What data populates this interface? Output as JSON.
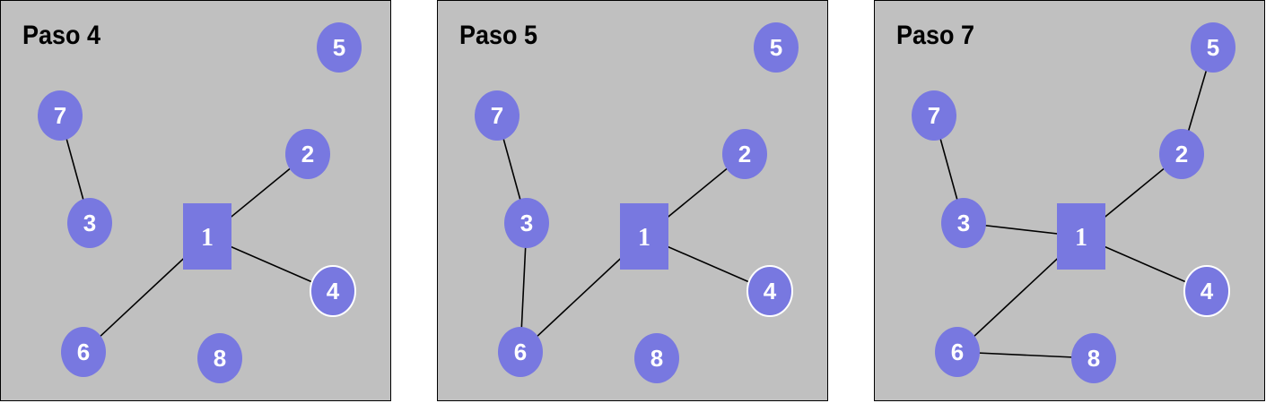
{
  "colors": {
    "panel_bg": "#c0c0c0",
    "node_fill": "#7878e0",
    "node_text": "#ffffff",
    "edge": "#000000",
    "highlight_stroke": "#ffffff"
  },
  "panels": [
    {
      "title": "Paso 4",
      "root": "1",
      "nodes": [
        "2",
        "3",
        "4",
        "5",
        "6",
        "7",
        "8"
      ],
      "highlighted": [
        "4"
      ],
      "edges": [
        [
          "7",
          "3"
        ],
        [
          "1",
          "2"
        ],
        [
          "1",
          "4"
        ],
        [
          "1",
          "6"
        ]
      ]
    },
    {
      "title": "Paso 5",
      "root": "1",
      "nodes": [
        "2",
        "3",
        "4",
        "5",
        "6",
        "7",
        "8"
      ],
      "highlighted": [
        "4"
      ],
      "edges": [
        [
          "7",
          "3"
        ],
        [
          "3",
          "6"
        ],
        [
          "1",
          "2"
        ],
        [
          "1",
          "4"
        ],
        [
          "1",
          "6"
        ]
      ]
    },
    {
      "title": "Paso 7",
      "root": "1",
      "nodes": [
        "2",
        "3",
        "4",
        "5",
        "6",
        "7",
        "8"
      ],
      "highlighted": [
        "4"
      ],
      "edges": [
        [
          "7",
          "3"
        ],
        [
          "3",
          "1"
        ],
        [
          "1",
          "2"
        ],
        [
          "2",
          "5"
        ],
        [
          "1",
          "4"
        ],
        [
          "1",
          "6"
        ],
        [
          "6",
          "8"
        ]
      ]
    }
  ]
}
